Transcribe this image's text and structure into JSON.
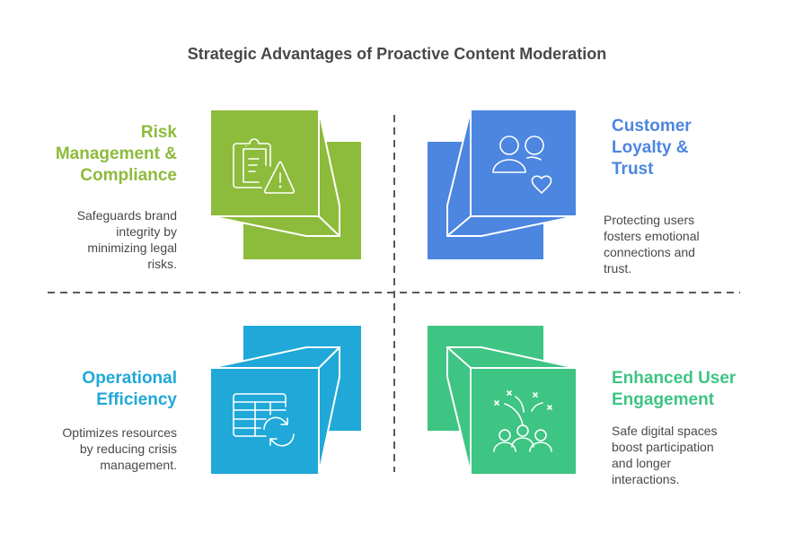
{
  "title": "Strategic Advantages of Proactive Content Moderation",
  "colors": {
    "risk": "#8DBB3C",
    "loyalty": "#4C86E0",
    "efficiency": "#20A8D8",
    "engagement": "#3EC483",
    "text": "#484848",
    "divider": "#5A5A5A"
  },
  "quadrants": [
    {
      "id": "risk",
      "heading_lines": [
        "Risk",
        "Management &",
        "Compliance"
      ],
      "description_lines": [
        "Safeguards brand",
        "integrity by",
        "minimizing legal",
        "risks."
      ],
      "icon": "clipboard-warning-icon"
    },
    {
      "id": "loyalty",
      "heading_lines": [
        "Customer",
        "Loyalty &",
        "Trust"
      ],
      "description_lines": [
        "Protecting users",
        "fosters emotional",
        "connections and",
        "trust."
      ],
      "icon": "users-heart-icon"
    },
    {
      "id": "efficiency",
      "heading_lines": [
        "Operational",
        "Efficiency"
      ],
      "description_lines": [
        "Optimizes resources",
        "by reducing crisis",
        "management."
      ],
      "icon": "table-refresh-icon"
    },
    {
      "id": "engagement",
      "heading_lines": [
        "Enhanced User",
        "Engagement"
      ],
      "description_lines": [
        "Safe digital spaces",
        "boost participation",
        "and longer",
        "interactions."
      ],
      "icon": "group-celebration-icon"
    }
  ]
}
